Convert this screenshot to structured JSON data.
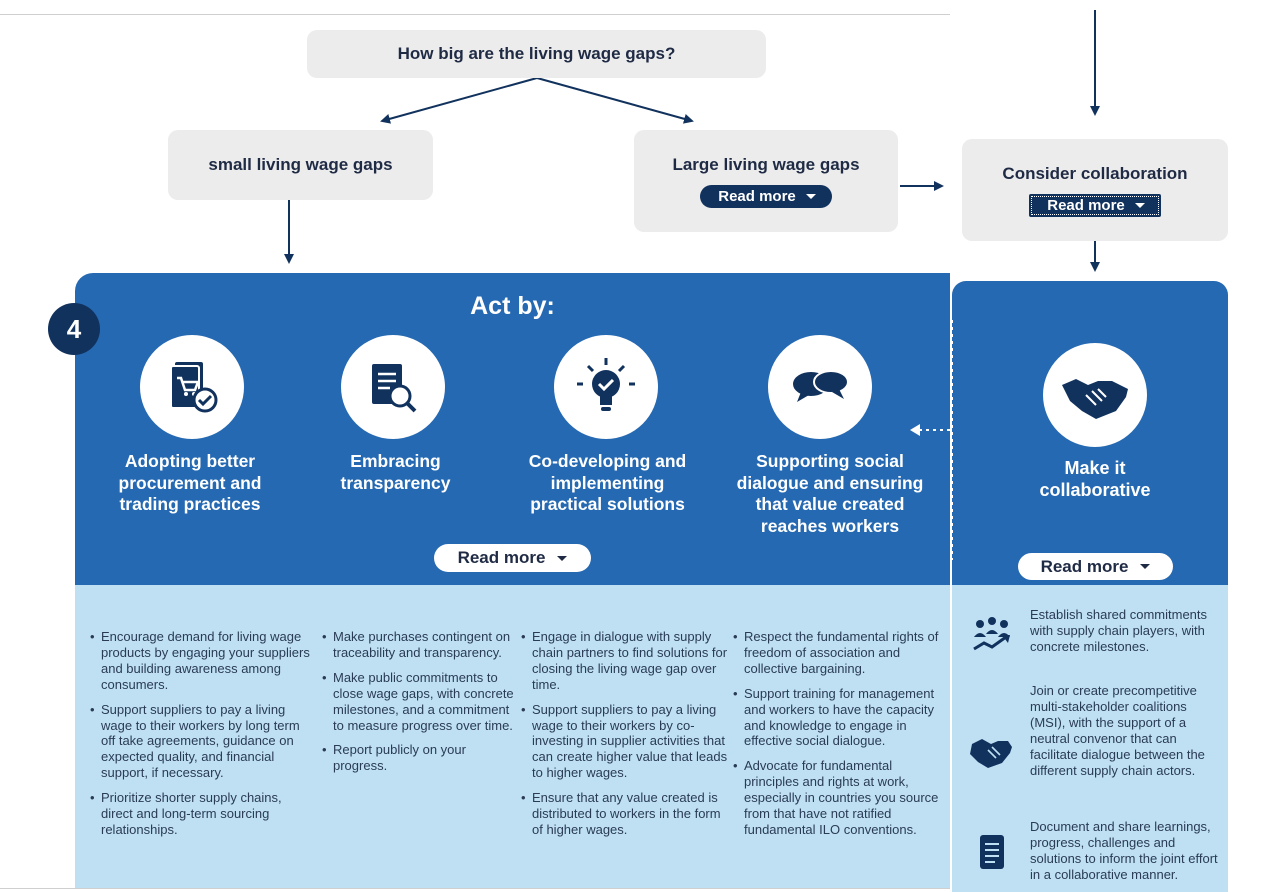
{
  "flow": {
    "question": "How big are the living wage gaps?",
    "small_gaps": "small living wage gaps",
    "large_gaps": "Large living wage gaps",
    "collab": "Consider collaboration",
    "read_more": "Read more"
  },
  "act": {
    "step": "4",
    "title": "Act by:",
    "columns": [
      {
        "icon": "shopping-cart-document-icon",
        "title": "Adopting better procurement and trading practices"
      },
      {
        "icon": "document-magnifier-icon",
        "title": "Embracing transparency"
      },
      {
        "icon": "lightbulb-check-icon",
        "title": "Co-developing and implementing practical solutions"
      },
      {
        "icon": "speech-bubbles-icon",
        "title": "Supporting social dialogue and ensuring that value created reaches workers"
      }
    ],
    "read_more": "Read more"
  },
  "collab_panel": {
    "icon": "handshake-icon",
    "title": "Make it collaborative",
    "read_more": "Read more"
  },
  "bullets": {
    "col1": [
      "Encourage demand for living wage products by engaging your suppliers and building awareness among consumers.",
      "Support suppliers to pay a living wage to their workers by long term off take agreements, guidance on expected quality, and financial support, if necessary.",
      "Prioritize shorter supply chains, direct and long-term sourcing relationships."
    ],
    "col2": [
      "Make purchases contingent on traceability and transparency.",
      "Make public commitments to close wage gaps, with concrete milestones, and a commitment to measure progress over time.",
      "Report publicly on your progress."
    ],
    "col3": [
      "Engage in dialogue with supply chain partners to find solutions for closing the living wage gap over time.",
      "Support suppliers to pay a living wage to their workers by co-investing in supplier activities that can create higher value that leads to higher wages.",
      "Ensure that any value created is distributed to workers in the form of higher wages."
    ],
    "col4": [
      "Respect the fundamental rights of freedom of association and collective bargaining.",
      "Support training for management and workers to have the capacity and knowledge to engage in effective social dialogue.",
      "Advocate for fundamental principles and rights at work, especially in countries you source from that have not ratified fundamental ILO conventions."
    ]
  },
  "side_items": [
    {
      "icon": "people-growth-icon",
      "text": "Establish shared commitments with supply chain players, with concrete milestones."
    },
    {
      "icon": "handshake-icon",
      "text": "Join or create precompetitive multi-stakeholder coalitions (MSI), with the support of a neutral convenor that can facilitate dialogue between the different supply chain actors."
    },
    {
      "icon": "document-icon",
      "text": "Document and share learnings, progress, challenges and solutions to inform the joint effort in a collaborative manner."
    }
  ],
  "colors": {
    "dark_navy": "#12325e",
    "panel_blue": "#2569b2",
    "light_blue": "#bfe0f3",
    "box_grey": "#ececec"
  }
}
